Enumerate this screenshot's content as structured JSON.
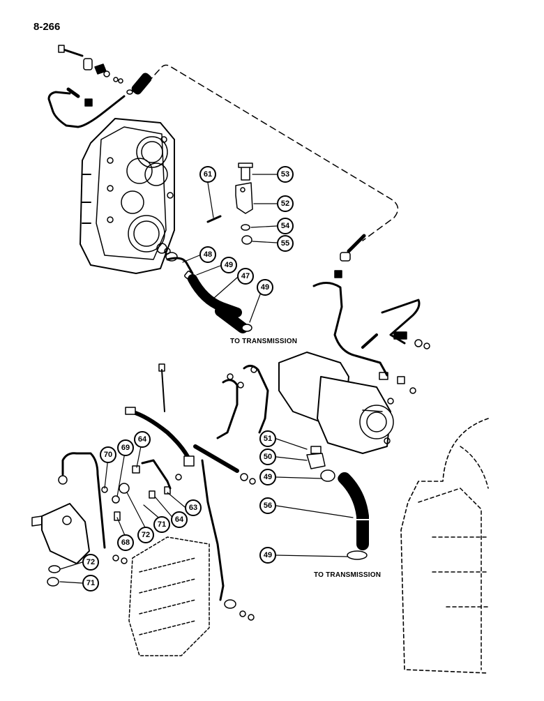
{
  "page_number": "8-266",
  "notes": {
    "to_transmission_upper": "TO TRANSMISSION",
    "to_transmission_lower": "TO TRANSMISSION"
  },
  "callouts": {
    "c47": "47",
    "c48": "48",
    "c49a": "49",
    "c49b": "49",
    "c49c": "49",
    "c49d": "49",
    "c50": "50",
    "c51": "51",
    "c52": "52",
    "c53": "53",
    "c54": "54",
    "c55": "55",
    "c56": "56",
    "c61": "61",
    "c63": "63",
    "c64a": "64",
    "c64b": "64",
    "c68": "68",
    "c69": "69",
    "c70": "70",
    "c71a": "71",
    "c71b": "71",
    "c72a": "72",
    "c72b": "72"
  }
}
